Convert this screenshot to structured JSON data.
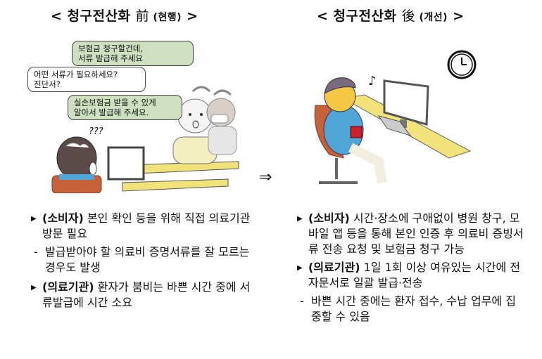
{
  "titles": {
    "before": {
      "prefix": "< 청구전산화 ",
      "hanja": "前",
      "sub": " (현행)",
      "suffix": " >"
    },
    "after": {
      "prefix": "< 청구전산화 ",
      "hanja": "後",
      "sub": " (개선)",
      "suffix": " >"
    }
  },
  "illustration_before": {
    "bubbles": [
      {
        "line1": "보험금 청구할건데,",
        "line2": "서류 발급해 주세요"
      },
      {
        "line1": "어떤 서류가 필요하세요?",
        "line2": "진단서?"
      },
      {
        "line1": "실손보험금 받을 수 있게",
        "line2": "알아서 발급해 주세요."
      }
    ],
    "confused_mark": "???"
  },
  "illustration_after": {
    "music_note": "♪",
    "clock_icon": "clock-icon"
  },
  "transition_arrow": "⇒",
  "before": {
    "items": [
      {
        "label": "(소비자)",
        "text": " 본인 확인 등을 위해 직접 의료기관 방문 필요",
        "sub": "발급받아야 할 의료비 증명서류를 잘 모르는 경우도 발생"
      },
      {
        "label": "(의료기관)",
        "text": " 환자가 붐비는 바쁜 시간 중에 서류발급에 시간 소요",
        "sub": null
      }
    ]
  },
  "after": {
    "items": [
      {
        "label": "(소비자)",
        "text": " 시간·장소에 구애없이 병원 창구, 모바일 앱 등을 통해 본인 인증 후 의료비 증빙서류 전송 요청 및 보험금 청구 가능",
        "sub": null
      },
      {
        "label": "(의료기관)",
        "text": " 1일 1회 이상 여유있는 시간에 전자문서로 일괄 발급·전송",
        "sub": "바쁜 시간 중에는 환자 접수, 수납 업무에 집중할 수 있음"
      }
    ]
  },
  "colors": {
    "bubble_green": "#cfe0c0",
    "desk_yellow": "#f1e37a",
    "chair_orange": "#c8613a",
    "shirt_blue": "#4fa6d6"
  }
}
